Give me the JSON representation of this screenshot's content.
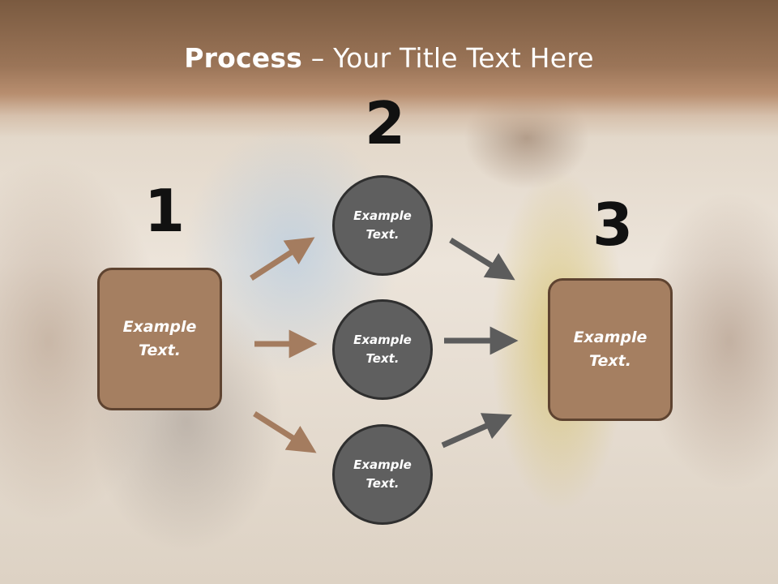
{
  "slide": {
    "title_bold": "Process",
    "title_rest": " – Your Title Text Here"
  },
  "diagram": {
    "step_numbers": [
      "1",
      "2",
      "3"
    ],
    "left_box": {
      "line1": "Example",
      "line2": "Text."
    },
    "circles": [
      {
        "line1": "Example",
        "line2": "Text."
      },
      {
        "line1": "Example",
        "line2": "Text."
      },
      {
        "line1": "Example",
        "line2": "Text."
      }
    ],
    "right_box": {
      "line1": "Example",
      "line2": "Text."
    }
  },
  "colors": {
    "brown_box": "#a57f61",
    "brown_border": "#5e4330",
    "brown_arrow": "#a47c5f",
    "gray_circle": "#5f5f5f",
    "gray_arrow": "#5c5c5c",
    "title_band": "#9b7558"
  }
}
